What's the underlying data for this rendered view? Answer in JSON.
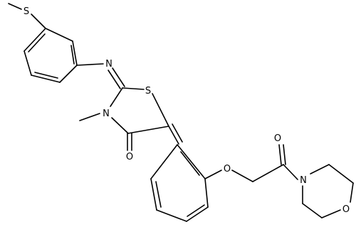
{
  "atoms": {
    "s_methylthio": "S",
    "n_imine": "N",
    "s_ring": "S",
    "n_ring": "N",
    "o_carbonyl_ring": "O",
    "o_ether": "O",
    "o_amide": "O",
    "n_morpholine": "N",
    "o_morpholine": "O"
  }
}
